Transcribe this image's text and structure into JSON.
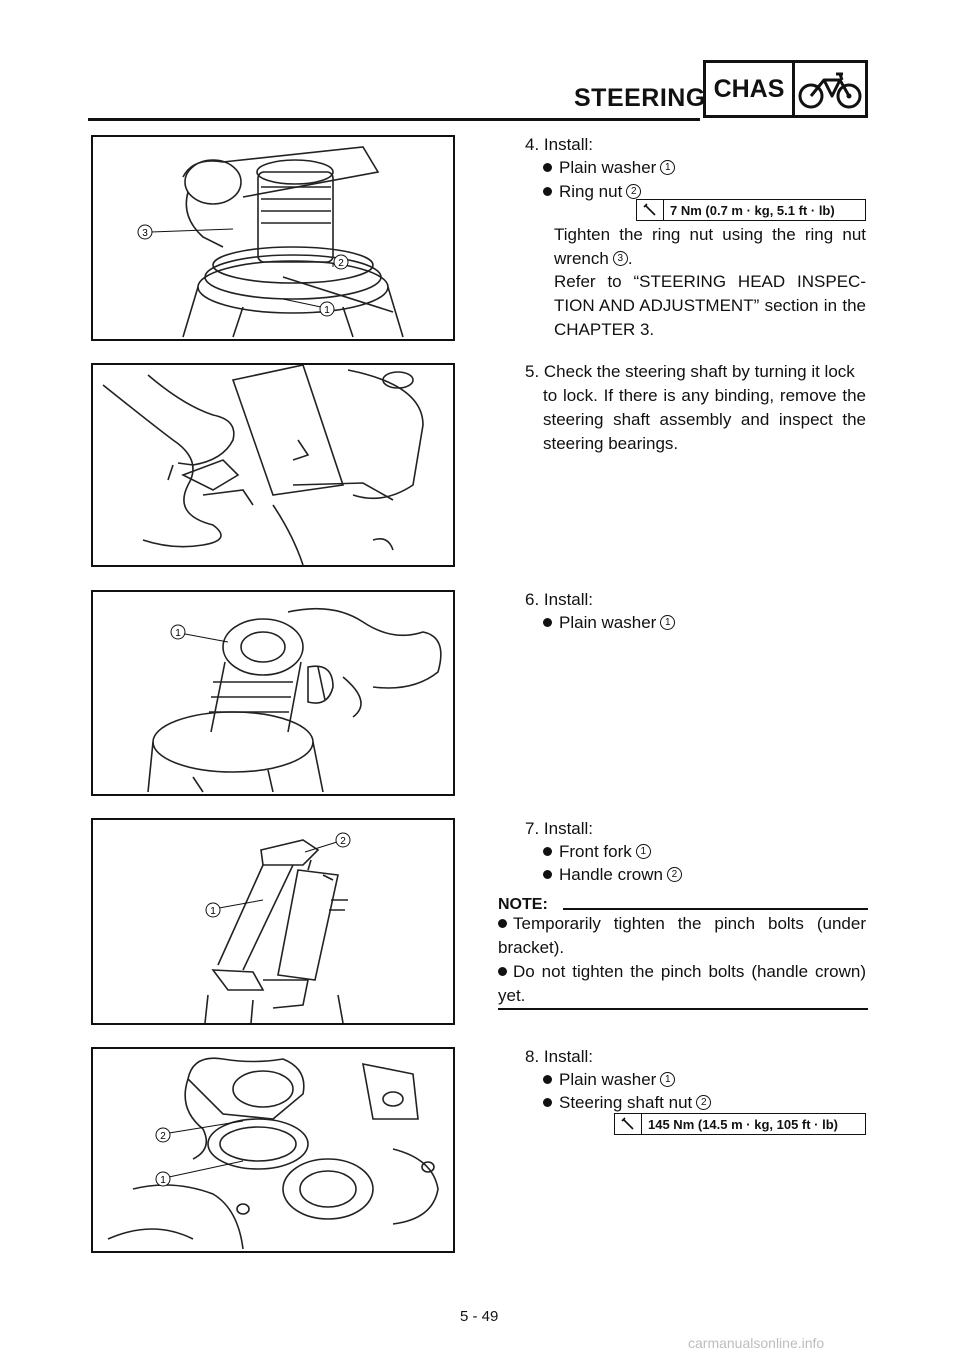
{
  "header": {
    "title": "STEERING",
    "section": "CHAS",
    "section_icon": "motorcycle-icon"
  },
  "step4": {
    "heading": "4. Install:",
    "items": [
      "Plain washer",
      "Ring nut"
    ],
    "item_nums": [
      "1",
      "2"
    ],
    "torque": "7 Nm (0.7 m · kg, 5.1 ft · lb)",
    "para1": "Tighten the ring nut using the ring nut wrench",
    "para1_num": "3",
    "para1_end": ".",
    "para2": "Refer to “STEERING HEAD INSPEC-TION AND ADJUSTMENT” section in the CHAPTER 3."
  },
  "step5": {
    "text": "5. Check the steering shaft by turning it lock",
    "cont": "to lock. If there is any binding, remove the steering shaft assembly and inspect the steering bearings."
  },
  "step6": {
    "heading": "6. Install:",
    "items": [
      "Plain washer"
    ],
    "item_nums": [
      "1"
    ]
  },
  "step7": {
    "heading": "7. Install:",
    "items": [
      "Front fork",
      "Handle crown"
    ],
    "item_nums": [
      "1",
      "2"
    ],
    "note_title": "NOTE:",
    "note_items": [
      "Temporarily tighten the pinch bolts (under bracket).",
      "Do not tighten the pinch bolts (handle crown) yet."
    ]
  },
  "step8": {
    "heading": "8. Install:",
    "items": [
      "Plain washer",
      "Steering shaft nut"
    ],
    "item_nums": [
      "1",
      "2"
    ],
    "torque": "145 Nm (14.5 m · kg, 105 ft · lb)"
  },
  "figures": {
    "fig1_callouts": [
      "3",
      "2",
      "1"
    ],
    "fig3_callouts": [
      "1"
    ],
    "fig4_callouts": [
      "2",
      "1"
    ],
    "fig5_callouts": [
      "2",
      "1"
    ]
  },
  "footer": {
    "page": "5 - 49"
  },
  "watermark": "carmanualsonline.info"
}
